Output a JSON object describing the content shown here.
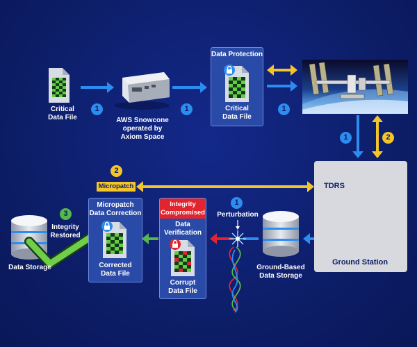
{
  "labels": {
    "critical_file": "Critical\nData File",
    "snowcone": "AWS Snowcone\noperated by\nAxiom Space",
    "data_protection": "Data Protection",
    "protected_file": "Critical\nData File",
    "tdrs": "TDRS",
    "ground_station": "Ground Station",
    "micropatch": "Micropatch",
    "integrity_restored": "Integrity\nRestored",
    "data_storage": "Data Storage",
    "micropatch_correction": "Micropatch\nData Correction",
    "corrected_file": "Corrected\nData File",
    "integrity_compromised": "Integrity\nCompromised",
    "data_verification": "Data\nVerification",
    "corrupt_file": "Corrupt\nData File",
    "perturbation": "Perturbation",
    "ground_storage": "Ground-Based\nData Storage"
  },
  "badges": {
    "one": "1",
    "two": "2",
    "three": "3"
  },
  "colors": {
    "background": "#0c1c64",
    "blue_arrow": "#2d8cf0",
    "yellow_arrow": "#f4c52a",
    "green_arrow": "#55b84a",
    "red_arrow": "#e0252f",
    "panel": "#2a4aa8"
  }
}
